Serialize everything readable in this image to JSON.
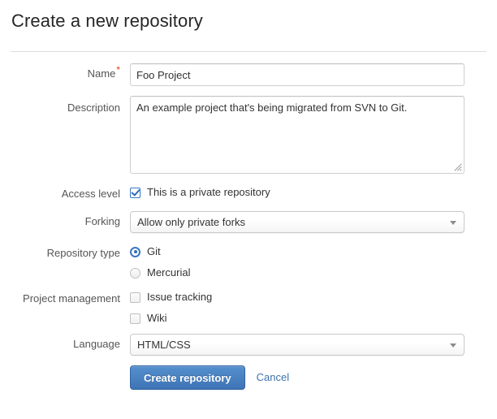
{
  "header": {
    "title": "Create a new repository"
  },
  "form": {
    "name": {
      "label": "Name",
      "required_marker": "*",
      "value": "Foo Project",
      "placeholder": ""
    },
    "description": {
      "label": "Description",
      "value": "An example project that's being migrated from SVN to Git.",
      "placeholder": ""
    },
    "access_level": {
      "label": "Access level",
      "option_label": "This is a private repository",
      "checked": true
    },
    "forking": {
      "label": "Forking",
      "selected": "Allow only private forks"
    },
    "repository_type": {
      "label": "Repository type",
      "options": [
        {
          "label": "Git",
          "selected": true
        },
        {
          "label": "Mercurial",
          "selected": false
        }
      ]
    },
    "project_management": {
      "label": "Project management",
      "options": [
        {
          "label": "Issue tracking",
          "checked": false
        },
        {
          "label": "Wiki",
          "checked": false
        }
      ]
    },
    "language": {
      "label": "Language",
      "selected": "HTML/CSS"
    }
  },
  "actions": {
    "submit_label": "Create repository",
    "cancel_label": "Cancel"
  },
  "colors": {
    "accent": "#3f74b5",
    "link": "#3b73af",
    "required": "#d9411e",
    "label": "#555555",
    "title": "#262626",
    "divider": "#dcdcdc",
    "input_border": "#cfcfcf"
  }
}
